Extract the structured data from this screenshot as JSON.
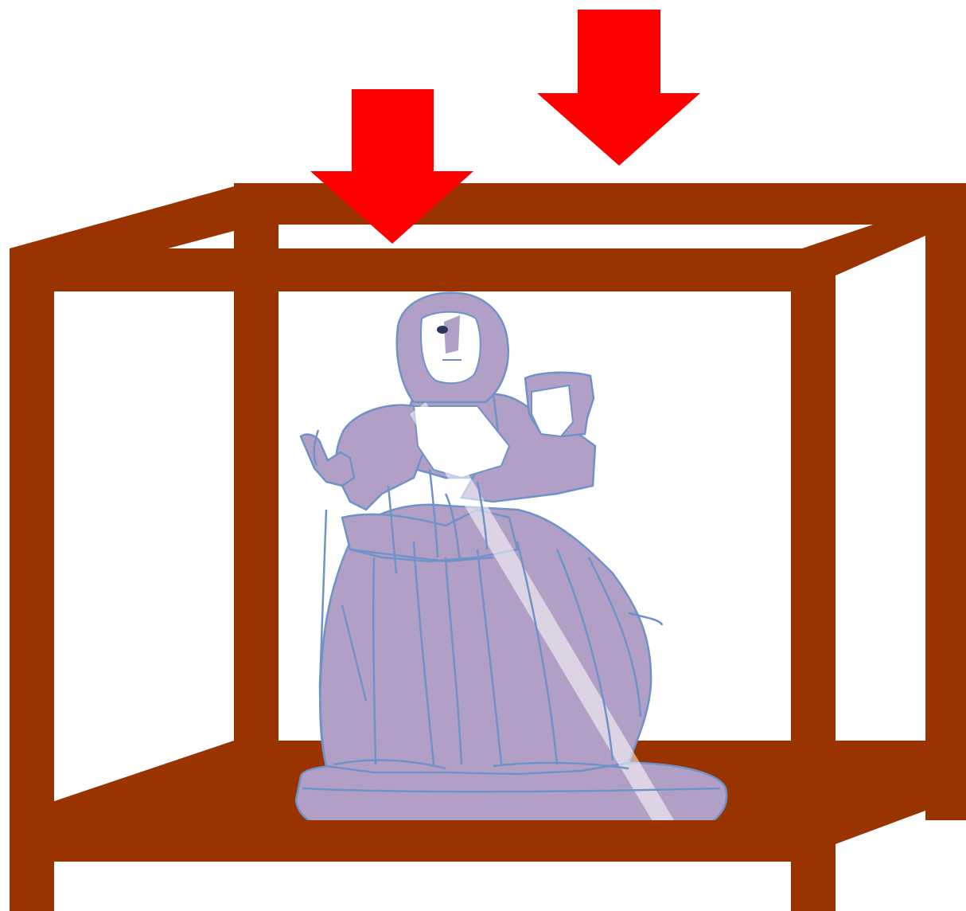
{
  "colors": {
    "background": "#ffffff",
    "frame": "#993300",
    "arrow": "#ff0000",
    "statue_fill": "#b19fc6",
    "statue_outline": "#6f93c9",
    "face_detail": "#2a3560"
  },
  "elements": {
    "frame": "wooden-display-frame",
    "statue": "seated-figure-holding-child-statue",
    "arrows": [
      "downward-arrow",
      "downward-arrow"
    ]
  }
}
